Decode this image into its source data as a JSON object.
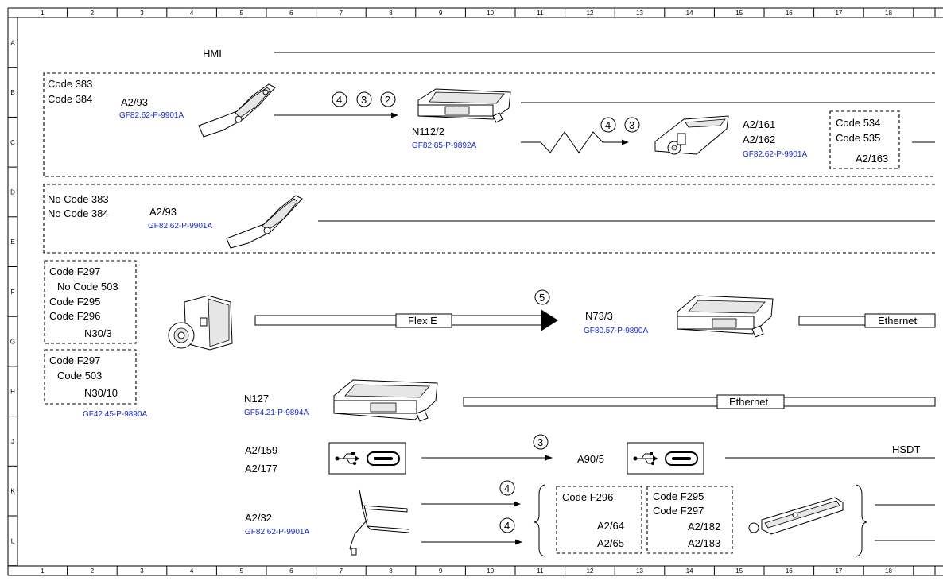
{
  "grid": {
    "columns": [
      "1",
      "2",
      "3",
      "4",
      "5",
      "6",
      "7",
      "8",
      "9",
      "10",
      "11",
      "12",
      "13",
      "14",
      "15",
      "16",
      "17",
      "18"
    ],
    "rows": [
      "A",
      "B",
      "C",
      "D",
      "E",
      "F",
      "G",
      "H",
      "J",
      "K",
      "L"
    ]
  },
  "hmi": {
    "label": "HMI"
  },
  "group_b": {
    "codes": [
      "Code 383",
      "Code 384"
    ],
    "component": "A2/93",
    "ref": "GF82.62-P-9901A",
    "steps": [
      "4",
      "3",
      "2"
    ],
    "unit": "N112/2",
    "unit_ref": "GF82.85-P-9892A",
    "steps2": [
      "4",
      "3"
    ],
    "antenna_a": "A2/161",
    "antenna_b": "A2/162",
    "antenna_ref": "GF82.62-P-9901A",
    "opt_codes": [
      "Code 534",
      "Code 535"
    ],
    "opt_component": "A2/163"
  },
  "group_d": {
    "codes": [
      "No Code 383",
      "No Code 384"
    ],
    "component": "A2/93",
    "ref": "GF82.62-P-9901A"
  },
  "camera_top": {
    "codes": [
      "Code F297",
      "No Code 503",
      "Code F295",
      "Code F296"
    ],
    "component": "N30/3"
  },
  "camera_bottom": {
    "codes": [
      "Code F297",
      "Code 503"
    ],
    "component": "N30/10",
    "ref": "GF42.45-P-9890A"
  },
  "flex": {
    "label": "Flex E",
    "step": "5"
  },
  "n73": {
    "label": "N73/3",
    "ref": "GF80.57-P-9890A",
    "bus": "Ethernet"
  },
  "n127": {
    "label": "N127",
    "ref": "GF54.21-P-9894A",
    "bus": "Ethernet"
  },
  "usb": {
    "a": "A2/159",
    "b": "A2/177",
    "step": "3",
    "target": "A90/5",
    "bus": "HSDT"
  },
  "a232": {
    "label": "A2/32",
    "ref": "GF82.62-P-9901A",
    "steps": [
      "4",
      "4"
    ],
    "box1_code": "Code F296",
    "box1_items": [
      "A2/64",
      "A2/65"
    ],
    "box2_codes": [
      "Code F295",
      "Code F297"
    ],
    "box2_items": [
      "A2/182",
      "A2/183"
    ]
  }
}
